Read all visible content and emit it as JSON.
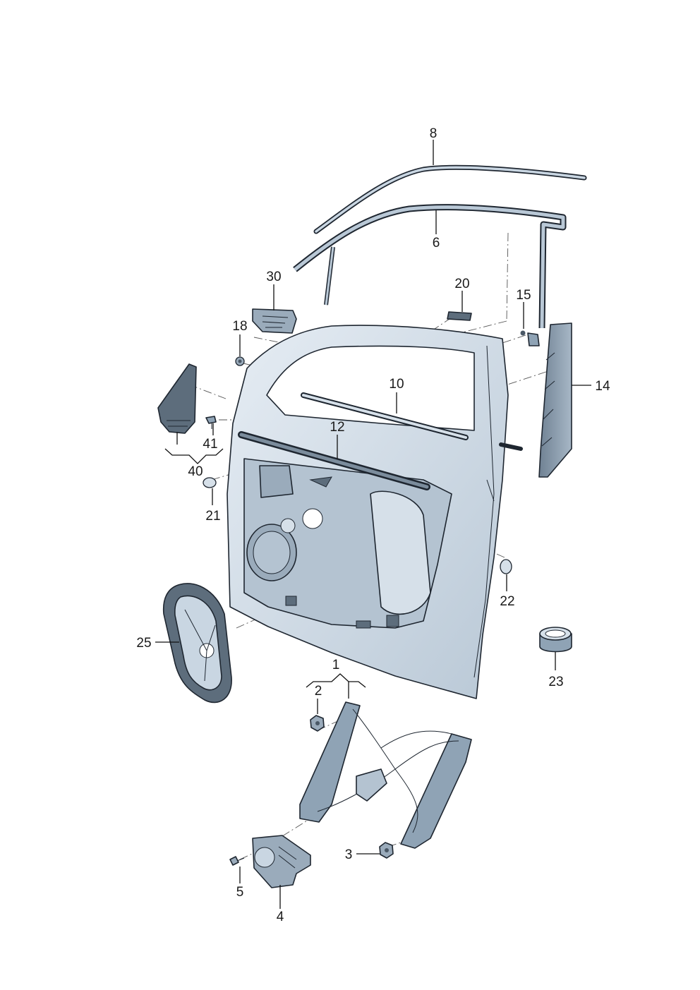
{
  "callouts": [
    {
      "id": "c1",
      "text": "1"
    },
    {
      "id": "c2",
      "text": "2"
    },
    {
      "id": "c3",
      "text": "3"
    },
    {
      "id": "c4",
      "text": "4"
    },
    {
      "id": "c5",
      "text": "5"
    },
    {
      "id": "c6",
      "text": "6"
    },
    {
      "id": "c8",
      "text": "8"
    },
    {
      "id": "c10",
      "text": "10"
    },
    {
      "id": "c12",
      "text": "12"
    },
    {
      "id": "c14",
      "text": "14"
    },
    {
      "id": "c15",
      "text": "15"
    },
    {
      "id": "c18",
      "text": "18"
    },
    {
      "id": "c20",
      "text": "20"
    },
    {
      "id": "c21",
      "text": "21"
    },
    {
      "id": "c22",
      "text": "22"
    },
    {
      "id": "c23",
      "text": "23"
    },
    {
      "id": "c25",
      "text": "25"
    },
    {
      "id": "c30",
      "text": "30"
    },
    {
      "id": "c40",
      "text": "40"
    },
    {
      "id": "c41",
      "text": "41"
    }
  ],
  "colors": {
    "part_fill": "#c9d6e2",
    "part_fill_dark": "#8fa3b5",
    "part_fill_light": "#e4ecf3",
    "outline": "#1e2630",
    "seal": "#5d6d7c"
  }
}
